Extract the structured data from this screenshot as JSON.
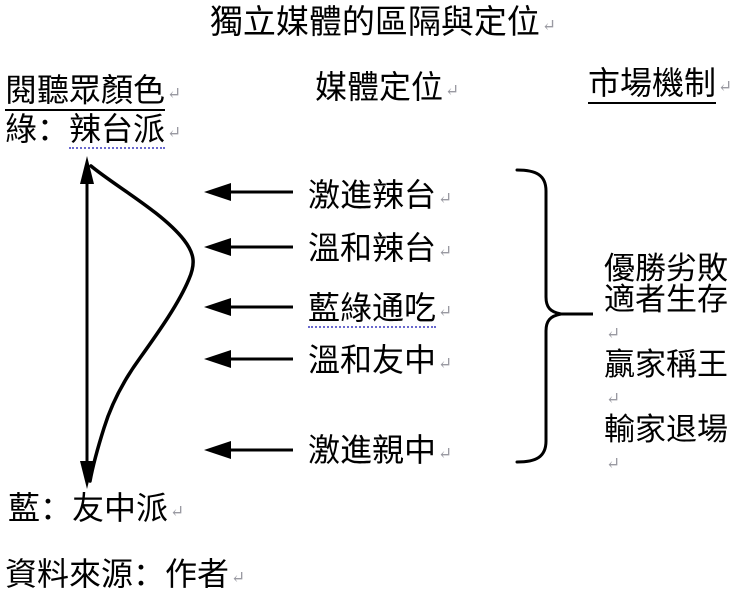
{
  "title": {
    "text": "獨立媒體的區隔與定位"
  },
  "ui": {
    "return_mark": "↵"
  },
  "headers": {
    "audience": "閱聽眾顏色",
    "positioning": "媒體定位",
    "market": "市場機制"
  },
  "spectrum": {
    "top": {
      "prefix": "綠：",
      "term": "辣台派"
    },
    "bottom": "藍：友中派"
  },
  "positions": {
    "items": [
      {
        "label": "激進辣台"
      },
      {
        "label": "溫和辣台"
      },
      {
        "label": "藍綠通吃"
      },
      {
        "label": "溫和友中"
      },
      {
        "label": "激進親中"
      }
    ]
  },
  "market_mechanism": {
    "lines": [
      "優勝劣敗",
      "適者生存",
      "贏家稱王",
      "輸家退場"
    ]
  },
  "source": "資料來源：作者",
  "colors": {
    "ink": "#000000",
    "spellcheck_red": "#cc2222",
    "grammar_blue": "#6a6ace",
    "return_gray": "#9a9aa2"
  }
}
